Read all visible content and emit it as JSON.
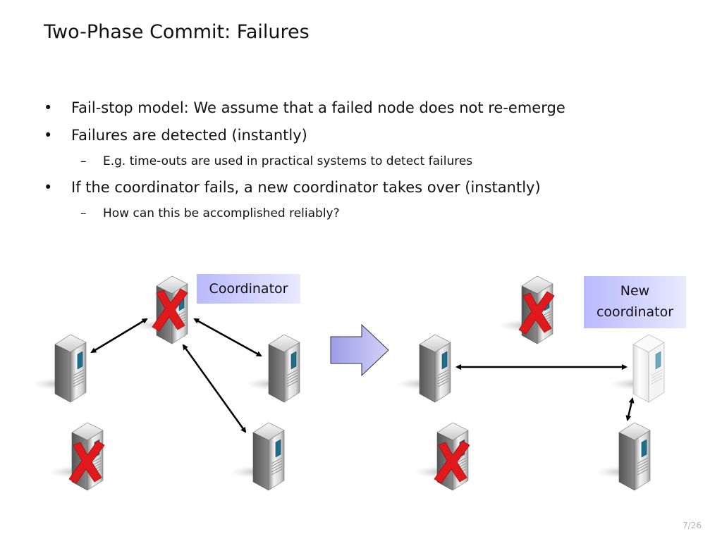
{
  "slide": {
    "title": "Two-Phase Commit: Failures",
    "page": "7/26"
  },
  "bullets": [
    {
      "text": "Fail-stop model: We assume that a failed node does not re-emerge",
      "subs": []
    },
    {
      "text": "Failures are detected (instantly)",
      "subs": [
        "E.g. time-outs are used in practical systems to detect failures"
      ]
    },
    {
      "text": "If the coordinator fails, a new coordinator takes over (instantly)",
      "subs": [
        "How can this be accomplished reliably?"
      ]
    }
  ],
  "bullet_symbol": "•",
  "sub_bullet_symbol": "–",
  "diagram": {
    "coordinator_label": "Coordinator",
    "new_coordinator_label_line1": "New",
    "new_coordinator_label_line2": "coordinator",
    "colors": {
      "label_fill": "#c4c4ff",
      "arrow_fill": "#b3b3f0",
      "failure_cross": "#e0191c"
    }
  }
}
